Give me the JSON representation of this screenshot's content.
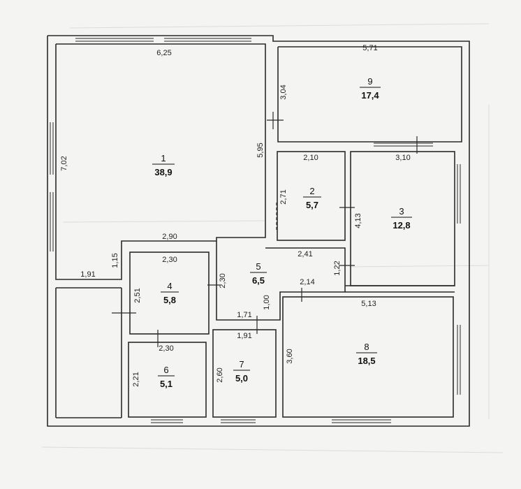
{
  "rooms": [
    {
      "id": "r1",
      "number": "1",
      "area": "38,9"
    },
    {
      "id": "r2",
      "number": "2",
      "area": "5,7"
    },
    {
      "id": "r3",
      "number": "3",
      "area": "12,8"
    },
    {
      "id": "r4",
      "number": "4",
      "area": "5,8"
    },
    {
      "id": "r5",
      "number": "5",
      "area": "6,5"
    },
    {
      "id": "r6",
      "number": "6",
      "area": "5,1"
    },
    {
      "id": "r7",
      "number": "7",
      "area": "5,0"
    },
    {
      "id": "r8",
      "number": "8",
      "area": "18,5"
    },
    {
      "id": "r9",
      "number": "9",
      "area": "17,4"
    }
  ],
  "dimensions": [
    {
      "id": "d1",
      "text": "6,25"
    },
    {
      "id": "d2",
      "text": "7,02"
    },
    {
      "id": "d3",
      "text": "5,95"
    },
    {
      "id": "d4",
      "text": "3,04"
    },
    {
      "id": "d5",
      "text": "5,71"
    },
    {
      "id": "d6",
      "text": "2,10"
    },
    {
      "id": "d7",
      "text": "2,71"
    },
    {
      "id": "d8",
      "text": "3,10"
    },
    {
      "id": "d9",
      "text": "4,13"
    },
    {
      "id": "d10",
      "text": "2,41"
    },
    {
      "id": "d11",
      "text": "1,22"
    },
    {
      "id": "d12",
      "text": "2,90"
    },
    {
      "id": "d13",
      "text": "1,15"
    },
    {
      "id": "d14",
      "text": "1,91"
    },
    {
      "id": "d15",
      "text": "2,30"
    },
    {
      "id": "d16",
      "text": "2,51"
    },
    {
      "id": "d17",
      "text": "2,30"
    },
    {
      "id": "d18",
      "text": "2,14"
    },
    {
      "id": "d19",
      "text": "1,00"
    },
    {
      "id": "d20",
      "text": "5,13"
    },
    {
      "id": "d21",
      "text": "1,71"
    },
    {
      "id": "d22",
      "text": "1,91"
    },
    {
      "id": "d23",
      "text": "2,30"
    },
    {
      "id": "d24",
      "text": "3,60"
    },
    {
      "id": "d25",
      "text": "2,21"
    },
    {
      "id": "d26",
      "text": "2,60"
    }
  ],
  "colors": {
    "wall": "#2a2a2a",
    "background": "#f4f4f2",
    "text": "#222222"
  }
}
